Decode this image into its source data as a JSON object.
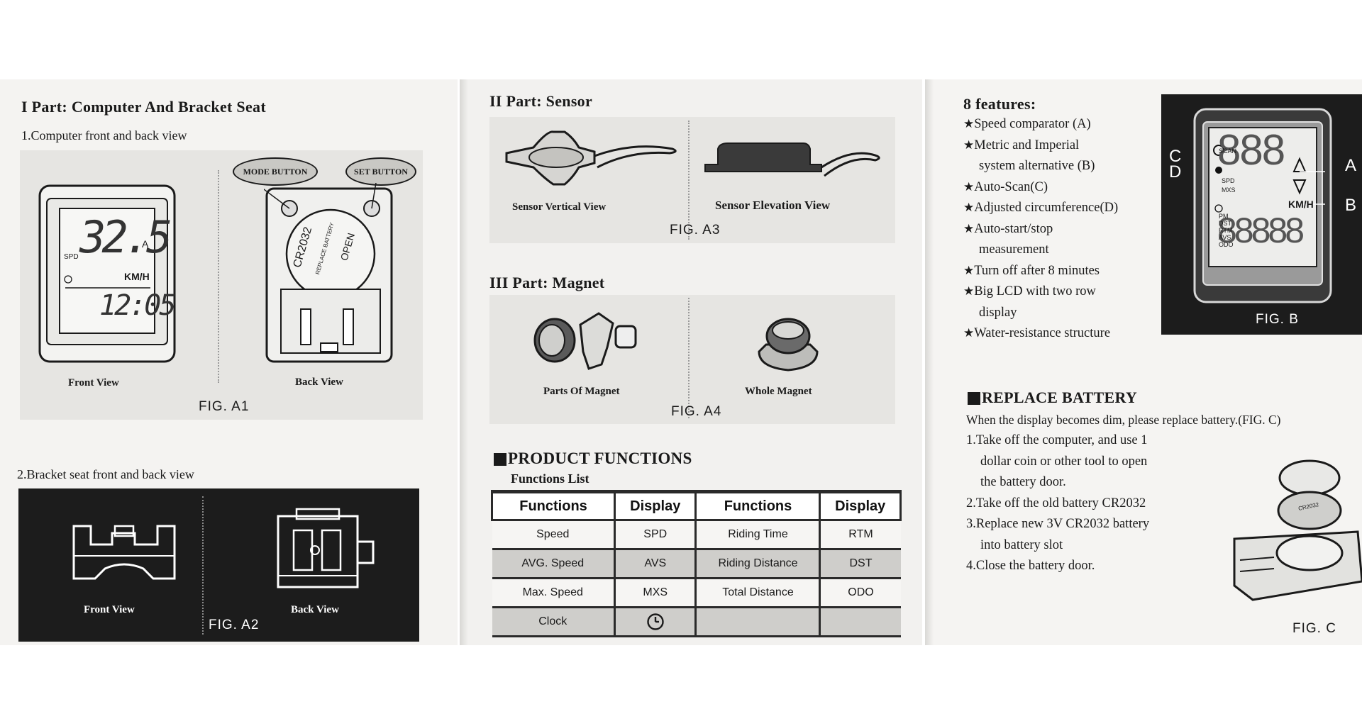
{
  "page1": {
    "part1_title": "I Part: Computer And Bracket Seat",
    "section1": "1.Computer front and back view",
    "mode_button": "MODE BUTTON",
    "set_button": "SET BUTTON",
    "lcd_speed": "32.5",
    "lcd_speed_suffix": "A",
    "lcd_spd": "SPD",
    "lcd_unit": "KM/H",
    "lcd_time": "12:05",
    "battery_model": "CR2032",
    "battery_replace": "REPLACE BATTERY",
    "open_label": "OPEN",
    "front_view": "Front View",
    "back_view": "Back View",
    "fig_a1": "FIG. A1",
    "section2": "2.Bracket seat front and back view",
    "bracket_front": "Front View",
    "bracket_back": "Back View",
    "fig_a2": "FIG. A2"
  },
  "page2": {
    "part2_title": "II Part: Sensor",
    "sensor_vertical": "Sensor Vertical View",
    "sensor_elevation": "Sensor Elevation View",
    "fig_a3": "FIG. A3",
    "part3_title": "III Part: Magnet",
    "magnet_parts": "Parts Of Magnet",
    "magnet_whole": "Whole Magnet",
    "fig_a4": "FIG. A4",
    "functions_title": "PRODUCT FUNCTIONS",
    "functions_list": "Functions List",
    "table": {
      "headers": [
        "Functions",
        "Display",
        "Functions",
        "Display"
      ],
      "rows": [
        [
          "Speed",
          "SPD",
          "Riding Time",
          "RTM"
        ],
        [
          "AVG. Speed",
          "AVS",
          "Riding Distance",
          "DST"
        ],
        [
          "Max. Speed",
          "MXS",
          "Total Distance",
          "ODO"
        ],
        [
          "Clock",
          "",
          "",
          ""
        ]
      ],
      "clock_icon": "clock-icon"
    }
  },
  "page3": {
    "features_title": "8 features:",
    "features": [
      "Speed comparator (A)",
      "Metric and Imperial",
      "system alternative (B)",
      "Auto-Scan(C)",
      "Adjusted circumference(D)",
      "Auto-start/stop",
      "measurement",
      "Turn off after 8 minutes",
      "Big LCD with two row",
      "display",
      "Water-resistance structure"
    ],
    "fig_b": {
      "letter_c": "C",
      "letter_d": "D",
      "letter_a": "A",
      "letter_b": "B",
      "scan": "SCAN",
      "spd": "SPD",
      "mxs": "MXS",
      "unit": "KM/H",
      "pm": "PM",
      "dst": "DST",
      "rtm": "RTM",
      "avs": "AVS",
      "odo": "ODO",
      "digits_top": "888",
      "digits_bottom": "88888",
      "label": "FIG. B"
    },
    "battery_title": "REPLACE BATTERY",
    "battery_intro": "When the display becomes dim, please replace battery.(FIG. C)",
    "steps": [
      "1.Take off the computer, and use 1",
      "dollar coin or other tool to open",
      "the battery door.",
      "2.Take off the old battery CR2032",
      "3.Replace new 3V CR2032 battery",
      "into battery slot",
      "4.Close the battery door."
    ],
    "fig_c": "FIG. C",
    "coin_text": "CR2032"
  }
}
